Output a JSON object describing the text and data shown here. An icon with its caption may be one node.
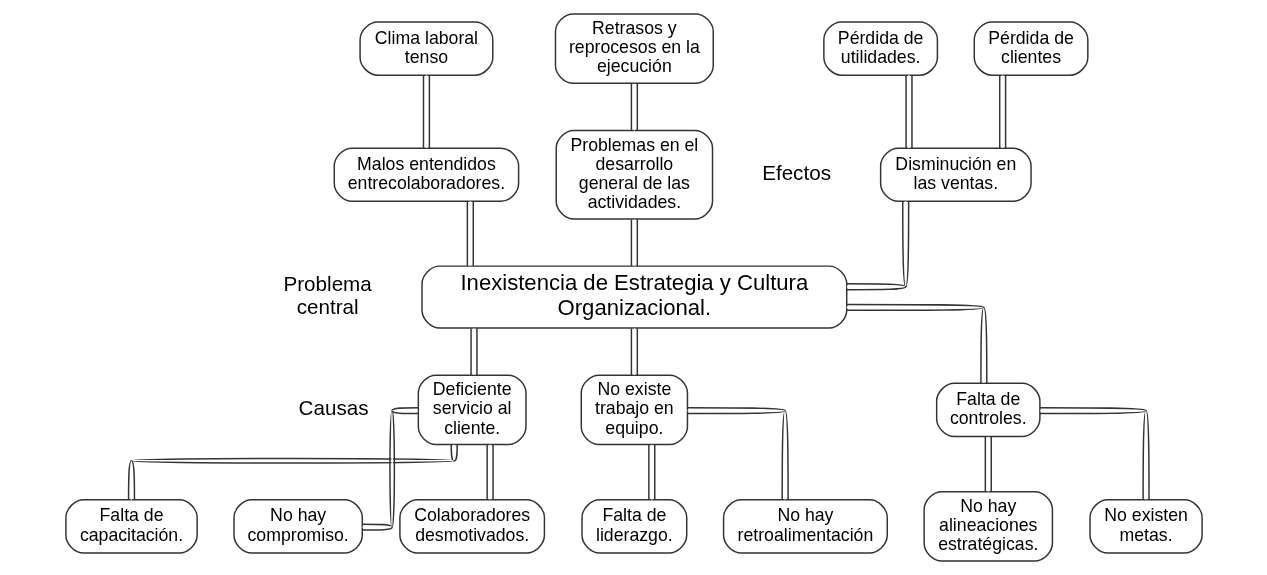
{
  "diagram": {
    "nodes": [
      {
        "text": [
          "Clima laboral tenso"
        ]
      },
      {
        "text": [
          "Retrasos y reprocesos en la ejecución"
        ]
      },
      {
        "text": [
          "Pérdida de utilidades."
        ]
      },
      {
        "text": [
          "Pérdida de clientes"
        ]
      },
      {
        "text": [
          "Malos entendidos entrecolaboradores."
        ]
      },
      {
        "text": [
          "Problemas en el desarrollo general de las actividades."
        ]
      },
      {
        "text": [
          "Disminución en las ventas."
        ]
      },
      {
        "text": [
          "Inexistencia de Estrategia y Cultura Organizacional."
        ]
      },
      {
        "text": [
          "No existe trabajo en equipo."
        ]
      },
      {
        "text": [
          "Falta de controles."
        ]
      },
      {
        "text": [
          "Deficiente servicio al cliente."
        ]
      },
      {
        "text": [
          "No hay retroalimentación"
        ]
      },
      {
        "text": [
          "Falta de liderazgo."
        ]
      },
      {
        "text": [
          "No existen metas."
        ]
      },
      {
        "text": [
          "No hay alineaciones estratégicas."
        ]
      },
      {
        "text": [
          "Falta de capacitación."
        ]
      },
      {
        "text": [
          "No hay compromiso."
        ]
      },
      {
        "text": [
          "Colaboradores desmotivados."
        ]
      }
    ],
    "edges": [
      {
        "from": 0,
        "to": 4,
        "arrow": "none"
      },
      {
        "from": 1,
        "to": 5,
        "arrow": "none"
      },
      {
        "from": 2,
        "to": 6,
        "arrow": "none"
      },
      {
        "from": 3,
        "to": 6,
        "arrow": "none"
      },
      {
        "from": 4,
        "to": 7,
        "arrow": "none"
      },
      {
        "from": 5,
        "to": 7,
        "arrow": "none"
      },
      {
        "from": 6,
        "to": 7,
        "arrow": "none"
      },
      {
        "from": 7,
        "to": 8,
        "arrow": "none"
      },
      {
        "from": 7,
        "to": 9,
        "arrow": "none"
      },
      {
        "from": 7,
        "to": 10,
        "arrow": "none"
      },
      {
        "from": 8,
        "to": 11,
        "arrow": "none"
      },
      {
        "from": 8,
        "to": 12,
        "arrow": "none"
      },
      {
        "from": 9,
        "to": 13,
        "arrow": "none"
      },
      {
        "from": 9,
        "to": 14,
        "arrow": "none"
      },
      {
        "from": 10,
        "to": 15,
        "arrow": "none"
      },
      {
        "from": 10,
        "to": 16,
        "arrow": "none"
      },
      {
        "from": 10,
        "to": 17,
        "arrow": "none"
      }
    ],
    "labels": [
      "Efectos",
      "Problema central",
      "Causas"
    ]
  }
}
